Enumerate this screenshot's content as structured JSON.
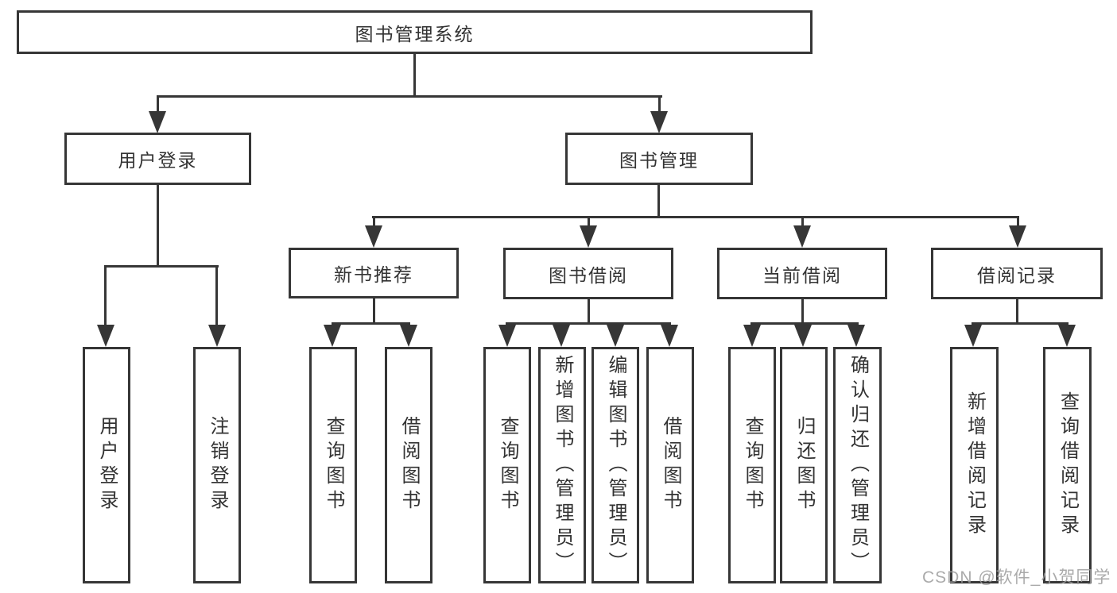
{
  "root": {
    "label": "图书管理系统"
  },
  "branches": [
    {
      "label": "用户登录",
      "leaves": [
        {
          "label": "用户登录"
        },
        {
          "label": "注销登录"
        }
      ]
    },
    {
      "label": "图书管理",
      "groups": [
        {
          "label": "新书推荐",
          "leaves": [
            {
              "label": "查询图书"
            },
            {
              "label": "借阅图书"
            }
          ]
        },
        {
          "label": "图书借阅",
          "leaves": [
            {
              "label": "查询图书"
            },
            {
              "label": "新增图书（管理员）"
            },
            {
              "label": "编辑图书（管理员）"
            },
            {
              "label": "借阅图书"
            }
          ]
        },
        {
          "label": "当前借阅",
          "leaves": [
            {
              "label": "查询图书"
            },
            {
              "label": "归还图书"
            },
            {
              "label": "确认归还（管理员）"
            }
          ]
        },
        {
          "label": "借阅记录",
          "leaves": [
            {
              "label": "新增借阅记录"
            },
            {
              "label": "查询借阅记录"
            }
          ]
        }
      ]
    }
  ],
  "watermark": {
    "text": "CSDN @软件_小贺同学"
  },
  "colors": {
    "line": "#363636",
    "box_border": "#363636",
    "text": "#333333",
    "watermark": "#9c9c9c",
    "background": "#ffffff"
  }
}
